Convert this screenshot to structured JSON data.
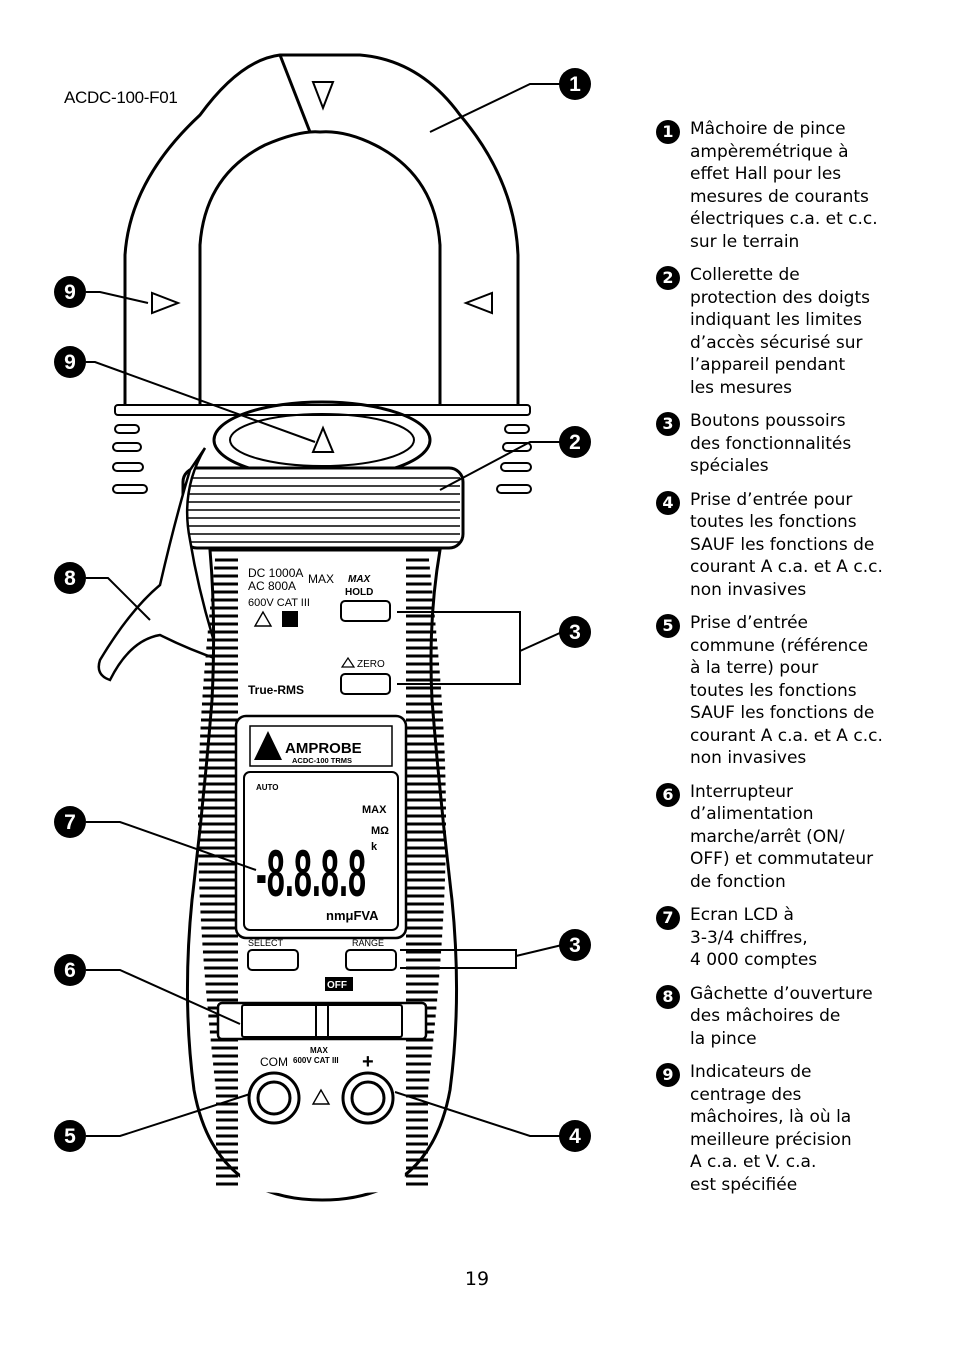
{
  "figure_id": "ACDC-100-F01",
  "meter": {
    "rating_dc": "DC 1000A",
    "rating_ac": "AC   800A",
    "rating_max": "MAX",
    "cat": "600V CAT III",
    "max_label": "MAX",
    "hold_label": "HOLD",
    "zero_label": "ZERO",
    "true_rms": "True-RMS",
    "brand": "AMPROBE",
    "model": "ACDC-100 TRMS",
    "lcd_digits": "-8.8.8.8",
    "lcd_auto": "AUTO",
    "lcd_max": "MAX",
    "lcd_units_right": "MΩ",
    "lcd_k": "k",
    "lcd_units_bottom": "nmμFVA",
    "select_label": "SELECT",
    "range_label": "RANGE",
    "off_label": "OFF",
    "com_label": "COM",
    "jack_max": "MAX",
    "jack_cat": "600V CAT III",
    "plus_label": "+"
  },
  "callouts": [
    "1",
    "2",
    "3",
    "3",
    "4",
    "5",
    "6",
    "7",
    "8",
    "9",
    "9"
  ],
  "legend": [
    {
      "num": "1",
      "text": "Mâchoire de pince\nampèremétrique à\neffet Hall pour les\nmesures de courants\nélectriques c.a. et c.c.\nsur le terrain"
    },
    {
      "num": "2",
      "text": "Collerette de\nprotection des doigts\nindiquant les limites\nd’accès sécurisé sur\nl’appareil pendant\nles mesures"
    },
    {
      "num": "3",
      "text": "Boutons poussoirs\ndes fonctionnalités\nspéciales"
    },
    {
      "num": "4",
      "text": "Prise d’entrée pour\ntoutes les fonctions\nSAUF les fonctions de\ncourant A c.a. et A c.c.\nnon invasives"
    },
    {
      "num": "5",
      "text": "Prise d’entrée\ncommune (référence\nà la terre) pour\ntoutes les fonctions\nSAUF les fonctions de\ncourant A c.a. et A c.c.\nnon invasives"
    },
    {
      "num": "6",
      "text": "Interrupteur\nd’alimentation\nmarche/arrêt (ON/\nOFF) et commutateur\nde fonction"
    },
    {
      "num": "7",
      "text": "Ecran LCD à\n3-3/4 chiffres,\n4 000 comptes"
    },
    {
      "num": "8",
      "text": "Gâchette d’ouverture\ndes mâchoires de\nla pince"
    },
    {
      "num": "9",
      "text": "Indicateurs de\ncentrage des\nmâchoires, là où la\nmeilleure précision\nA c.a. et V. c.a.\nest spécifiée"
    }
  ],
  "page_number": "19"
}
